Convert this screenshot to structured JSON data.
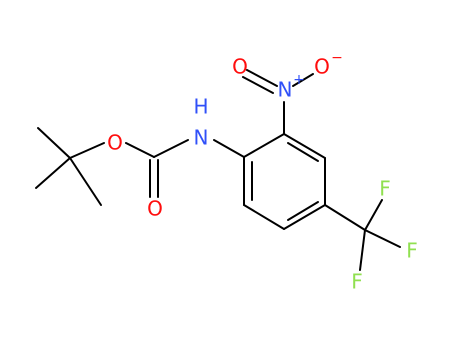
{
  "molecule": {
    "atoms": {
      "o_ether": "O",
      "o_carbonyl": "O",
      "n_amine_h": "H",
      "n_amine": "N",
      "o_nitro_left": "O",
      "n_nitro": "N",
      "nitro_plus": "+",
      "o_nitro_right": "O",
      "nitro_minus": "−",
      "f_top": "F",
      "f_right": "F",
      "f_bottom": "F"
    },
    "colors": {
      "bond": "#000000",
      "oxygen": "#ff0d0d",
      "nitrogen": "#3050f8",
      "fluorine": "#90e050"
    }
  }
}
